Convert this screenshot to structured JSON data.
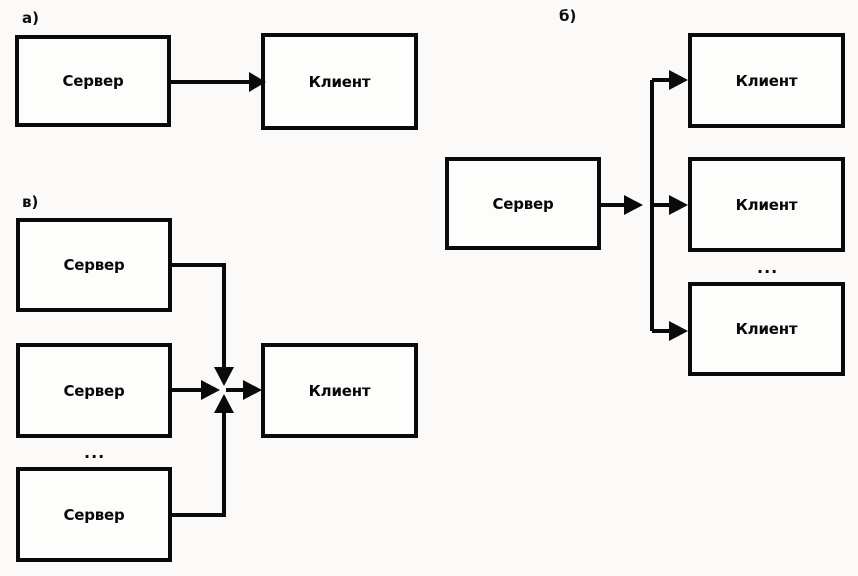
{
  "figure": {
    "background_color": "#fbfaf8",
    "ink_color": "#0a0a0a",
    "ellipsis_glyph": "...",
    "panels": [
      {
        "id": "a",
        "label": "а)",
        "description": "one server to one client",
        "nodes": [
          {
            "id": "a-server",
            "label": "Сервер",
            "role": "server"
          },
          {
            "id": "a-client",
            "label": "Клиент",
            "role": "client"
          }
        ]
      },
      {
        "id": "b",
        "label": "б)",
        "description": "one server to many clients",
        "nodes": [
          {
            "id": "b-server",
            "label": "Сервер",
            "role": "server"
          },
          {
            "id": "b-client-1",
            "label": "Клиент",
            "role": "client"
          },
          {
            "id": "b-client-2",
            "label": "Клиент",
            "role": "client"
          },
          {
            "id": "b-client-3",
            "label": "Клиент",
            "role": "client"
          }
        ],
        "ellipsis": "..."
      },
      {
        "id": "v",
        "label": "в)",
        "description": "many servers to one client",
        "nodes": [
          {
            "id": "v-server-1",
            "label": "Сервер",
            "role": "server"
          },
          {
            "id": "v-server-2",
            "label": "Сервер",
            "role": "server"
          },
          {
            "id": "v-server-3",
            "label": "Сервер",
            "role": "server"
          },
          {
            "id": "v-client",
            "label": "Клиент",
            "role": "client"
          }
        ],
        "ellipsis": "..."
      }
    ]
  }
}
